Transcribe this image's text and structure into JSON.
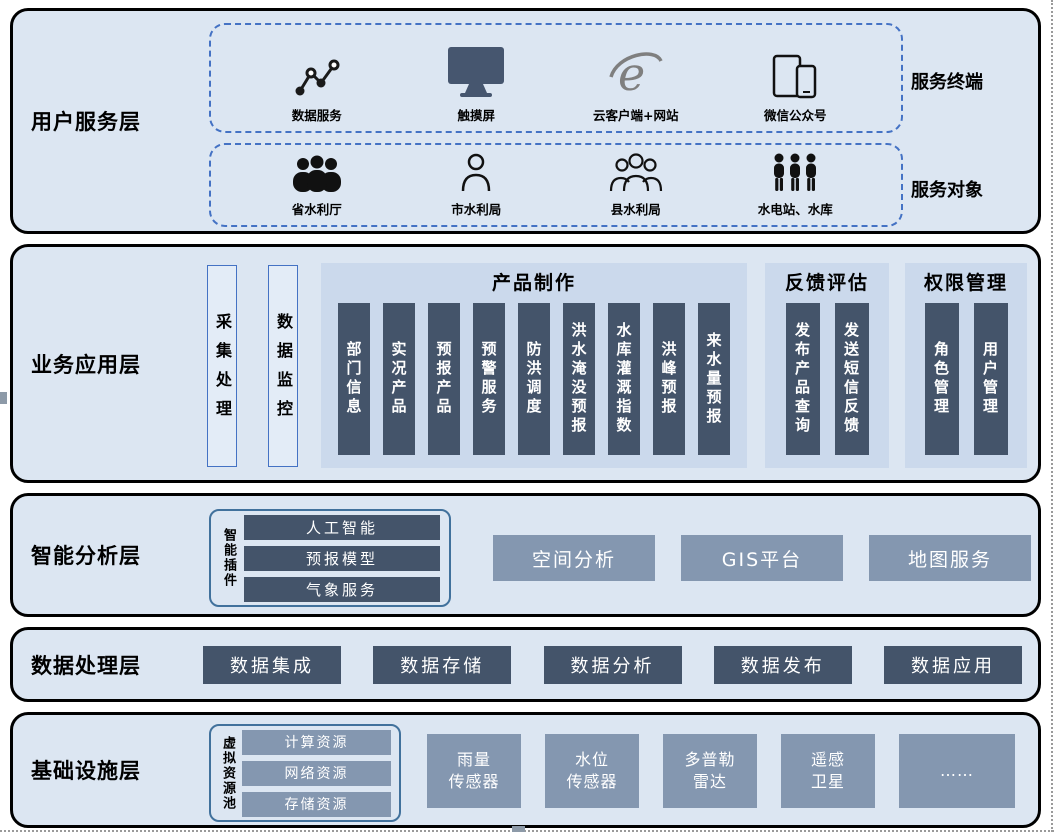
{
  "colors": {
    "layer_bg": "#dce6f2",
    "panel_bg": "#cbd9ec",
    "dark_bar": "#44546a",
    "medium_bar": "#8497b0",
    "dashed_border": "#4472c4",
    "box_border": "#41719c",
    "outline": "#000000"
  },
  "layers": {
    "user_service": {
      "label": "用户服务层",
      "terminal_group": {
        "label": "服务终端",
        "items": [
          {
            "name": "数据服务",
            "icon": "data-service-icon"
          },
          {
            "name": "触摸屏",
            "icon": "touch-screen-icon"
          },
          {
            "name": "云客户端+网站",
            "icon": "browser-icon"
          },
          {
            "name": "微信公众号",
            "icon": "mobile-devices-icon"
          }
        ]
      },
      "audience_group": {
        "label": "服务对象",
        "items": [
          {
            "name": "省水利厅",
            "icon": "group-solid-icon"
          },
          {
            "name": "市水利局",
            "icon": "person-outline-icon"
          },
          {
            "name": "县水利局",
            "icon": "group-outline-icon"
          },
          {
            "name": "水电站、水库",
            "icon": "people-standing-icon"
          }
        ]
      }
    },
    "business": {
      "label": "业务应用层",
      "chips": [
        "采集处理",
        "数据监控"
      ],
      "product_group": {
        "title": "产品制作",
        "items": [
          "部门信息",
          "实况产品",
          "预报产品",
          "预警服务",
          "防洪调度",
          "洪水淹没预报",
          "水库灌溉指数",
          "洪峰预报",
          "来水量预报"
        ]
      },
      "feedback_group": {
        "title": "反馈评估",
        "items": [
          "发布产品查询",
          "发送短信反馈"
        ]
      },
      "permission_group": {
        "title": "权限管理",
        "items": [
          "角色管理",
          "用户管理"
        ]
      }
    },
    "analysis": {
      "label": "智能分析层",
      "plugin_group": {
        "label": "智能插件",
        "items": [
          "人工智能",
          "预报模型",
          "气象服务"
        ]
      },
      "bars": [
        "空间分析",
        "GIS平台",
        "地图服务"
      ]
    },
    "processing": {
      "label": "数据处理层",
      "bars": [
        "数据集成",
        "数据存储",
        "数据分析",
        "数据发布",
        "数据应用"
      ]
    },
    "infrastructure": {
      "label": "基础设施层",
      "pool_group": {
        "label": "虚拟资源池",
        "items": [
          "计算资源",
          "网络资源",
          "存储资源"
        ]
      },
      "devices": [
        "雨量\n传感器",
        "水位\n传感器",
        "多普勒\n雷达",
        "遥感\n卫星",
        "……"
      ]
    }
  }
}
